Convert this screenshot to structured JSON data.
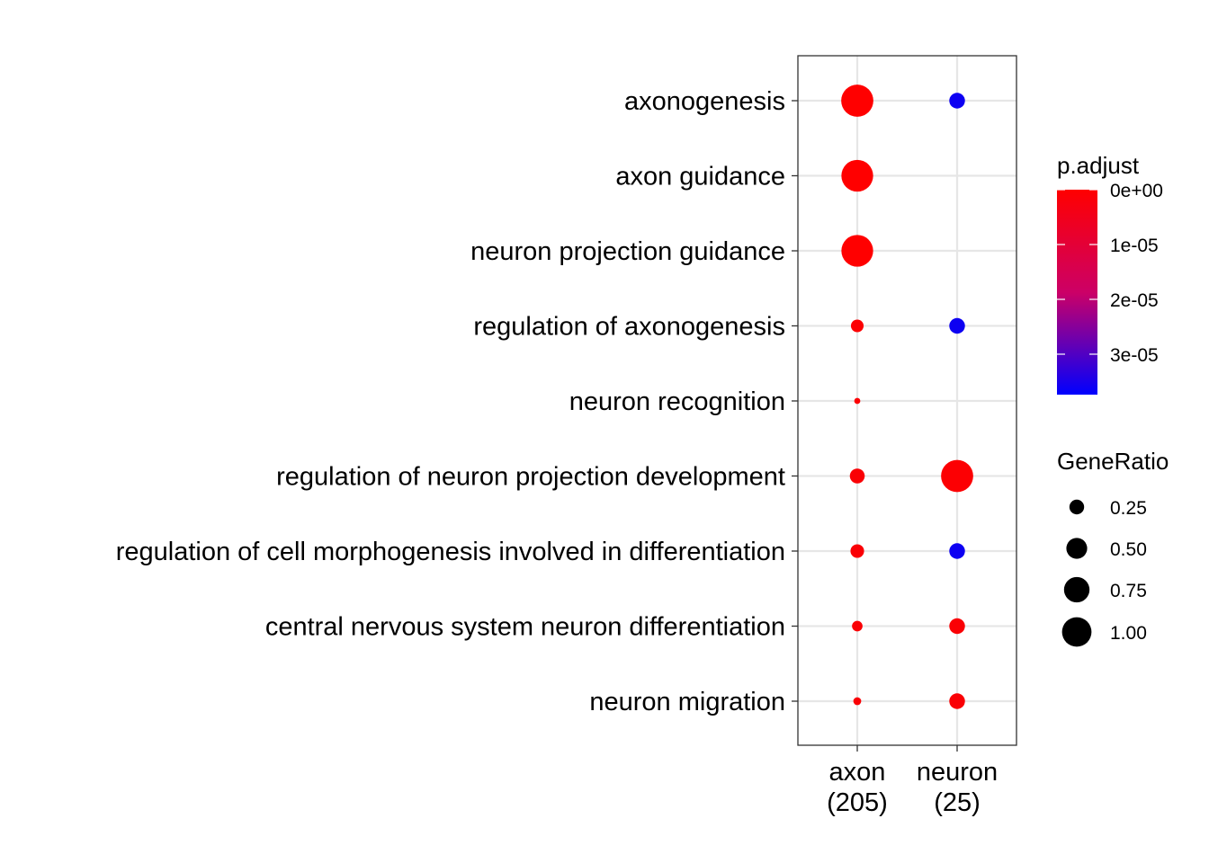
{
  "chart_data": {
    "type": "scatter",
    "title": "",
    "xlabel": "",
    "ylabel": "",
    "x_categories": [
      {
        "line1": "axon",
        "line2": "(205)"
      },
      {
        "line1": "neuron",
        "line2": "(25)"
      }
    ],
    "y_categories": [
      "axonogenesis",
      "axon guidance",
      "neuron projection guidance",
      "regulation of axonogenesis",
      "neuron recognition",
      "regulation of neuron projection development",
      "regulation of cell morphogenesis involved in differentiation",
      "central nervous system neuron differentiation",
      "neuron migration"
    ],
    "points": [
      {
        "x": "axon",
        "y": "axonogenesis",
        "gene_ratio": 0.84,
        "p_adjust": 0.0
      },
      {
        "x": "neuron",
        "y": "axonogenesis",
        "gene_ratio": 0.2,
        "p_adjust": 3.6e-05
      },
      {
        "x": "axon",
        "y": "axon guidance",
        "gene_ratio": 0.82,
        "p_adjust": 0.0
      },
      {
        "x": "axon",
        "y": "neuron projection guidance",
        "gene_ratio": 0.82,
        "p_adjust": 0.0
      },
      {
        "x": "axon",
        "y": "regulation of axonogenesis",
        "gene_ratio": 0.13,
        "p_adjust": 5e-07
      },
      {
        "x": "neuron",
        "y": "regulation of axonogenesis",
        "gene_ratio": 0.2,
        "p_adjust": 3.6e-05
      },
      {
        "x": "axon",
        "y": "neuron recognition",
        "gene_ratio": 0.03,
        "p_adjust": 5e-07
      },
      {
        "x": "axon",
        "y": "regulation of neuron projection development",
        "gene_ratio": 0.18,
        "p_adjust": 8e-07
      },
      {
        "x": "neuron",
        "y": "regulation of neuron projection development",
        "gene_ratio": 0.84,
        "p_adjust": 5e-07
      },
      {
        "x": "axon",
        "y": "regulation of cell morphogenesis involved in differentiation",
        "gene_ratio": 0.15,
        "p_adjust": 8e-07
      },
      {
        "x": "neuron",
        "y": "regulation of cell morphogenesis involved in differentiation",
        "gene_ratio": 0.2,
        "p_adjust": 3.6e-05
      },
      {
        "x": "axon",
        "y": "central nervous system neuron differentiation",
        "gene_ratio": 0.09,
        "p_adjust": 8e-07
      },
      {
        "x": "neuron",
        "y": "central nervous system neuron differentiation",
        "gene_ratio": 0.2,
        "p_adjust": 8e-07
      },
      {
        "x": "axon",
        "y": "neuron migration",
        "gene_ratio": 0.05,
        "p_adjust": 8e-07
      },
      {
        "x": "neuron",
        "y": "neuron migration",
        "gene_ratio": 0.2,
        "p_adjust": 8e-07
      }
    ],
    "color_legend": {
      "title": "p.adjust",
      "low_color": "#ff0000",
      "high_color": "#0000ff",
      "range": [
        0,
        3.8e-05
      ],
      "ticks": [
        {
          "value": 0.0,
          "label": "0e+00"
        },
        {
          "value": 1e-05,
          "label": "1e-05"
        },
        {
          "value": 2e-05,
          "label": "2e-05"
        },
        {
          "value": 3e-05,
          "label": "3e-05"
        }
      ]
    },
    "size_legend": {
      "title": "GeneRatio",
      "entries": [
        {
          "value": 0.25,
          "label": "0.25"
        },
        {
          "value": 0.5,
          "label": "0.50"
        },
        {
          "value": 0.75,
          "label": "0.75"
        },
        {
          "value": 1.0,
          "label": "1.00"
        }
      ]
    },
    "grid": true,
    "legend_position": "right"
  }
}
